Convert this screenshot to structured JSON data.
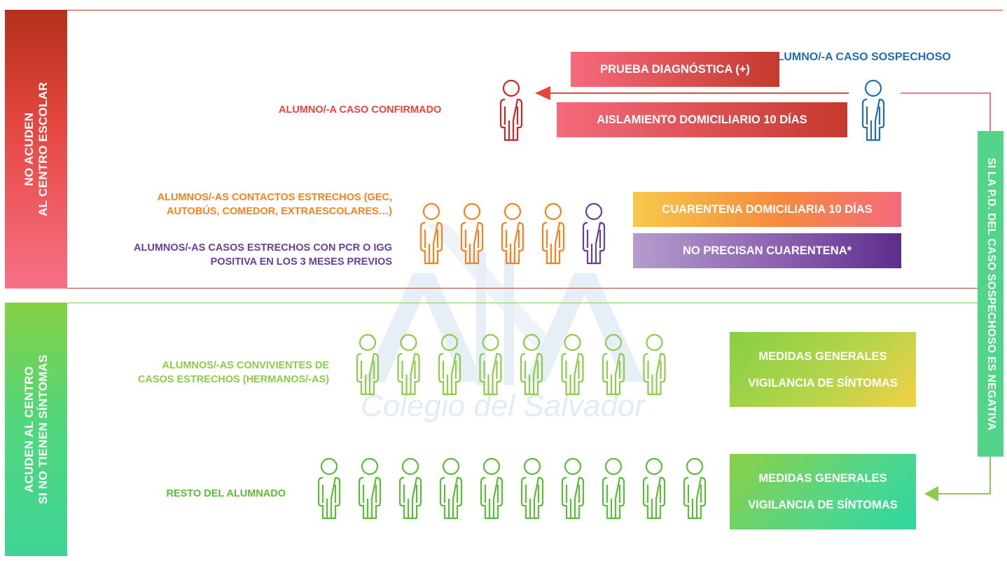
{
  "side_labels": {
    "top": [
      "NO ACUDEN",
      "AL CENTRO ESCOLAR"
    ],
    "bottom": [
      "ACUDEN AL CENTRO",
      "SI NO TIENEN SÍNTOMAS"
    ],
    "right": "SI LA P.D. DEL CASO SOSPECHOSO ES NEGATIVA"
  },
  "watermark": {
    "letters": "AIIA",
    "school": "Colegio del Salvador"
  },
  "suspect": {
    "label": "ALUMNO/-A CASO SOSPECHOSO",
    "color": "#1f6db5"
  },
  "confirmed": {
    "label": "ALUMNO/-A CASO CONFIRMADO",
    "color": "#c62828"
  },
  "boxes": {
    "test": "PRUEBA DIAGNÓSTICA (+)",
    "isolation": "AISLAMIENTO DOMICILIARIO 10 DÍAS",
    "quarantine": "CUARENTENA DOMICILIARIA 10 DÍAS",
    "no_quarantine": "NO PRECISAN CUARENTENA*",
    "cohab_measures": [
      "MEDIDAS GENERALES",
      "VIGILANCIA DE SÍNTOMAS"
    ],
    "rest_measures": [
      "MEDIDAS GENERALES",
      "VIGILANCIA DE SÍNTOMAS"
    ]
  },
  "groups": {
    "close_contacts": {
      "label": [
        "ALUMNOS/-AS CONTACTOS ESTRECHOS (GEC,",
        "AUTOBÚS, COMEDOR, EXTRAESCOLARES…)"
      ],
      "color": "#f58220",
      "count": 4
    },
    "prior_positive": {
      "label": [
        "ALUMNOS/-AS CASOS ESTRECHOS CON PCR O IGG",
        "POSITIVA EN LOS 3 MESES PREVIOS"
      ],
      "color": "#6a3d9a",
      "count": 1
    },
    "cohabitants": {
      "label": [
        "ALUMNOS/-AS CONVIVIENTES DE",
        "CASOS ESTRECHOS (HERMANOS/-AS)"
      ],
      "color": "#8ccc4a",
      "count": 8
    },
    "rest": {
      "label": [
        "RESTO DEL ALUMNADO"
      ],
      "color": "#5dbb3a",
      "count": 10
    }
  },
  "colors": {
    "red_line": "#c43a2e",
    "green_line": "#8ccc4a",
    "arrow_red": "#e4463f",
    "arrow_green": "#8ccc4a",
    "pink_line": "#f07a8c"
  }
}
